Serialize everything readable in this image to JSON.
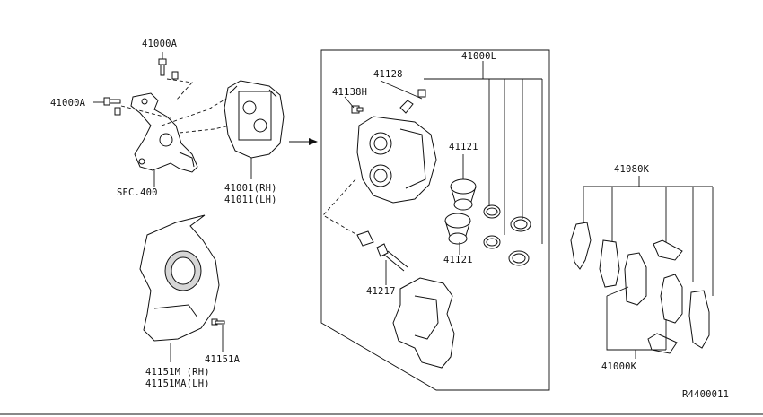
{
  "labels": {
    "p41000A_top": "41000A",
    "p41000A_left": "41000A",
    "sec400": "SEC.400",
    "p41001": "41001(RH)",
    "p41011": "41011(LH)",
    "p41128": "41128",
    "p41138H": "41138H",
    "p41000L": "41000L",
    "p41121_top": "41121",
    "p41121_bottom": "41121",
    "p41217": "41217",
    "p41151A": "41151A",
    "p41151M": "41151M (RH)",
    "p41151MA": "41151MA(LH)",
    "p41080K": "41080K",
    "p41000K": "41000K",
    "ref": "R4400011"
  }
}
